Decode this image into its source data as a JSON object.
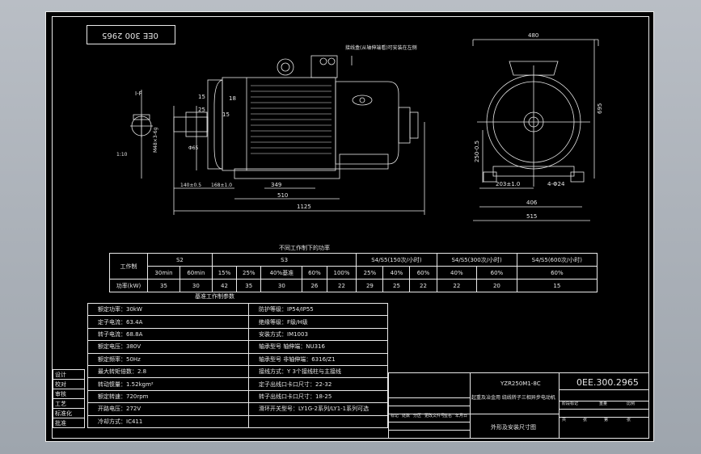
{
  "drawing_code_mirrored": "0EE 300 2965",
  "drawing_code": "0EE.300.2965",
  "model": "YZR250M1-8C",
  "model_subtitle": "起重及冶金用 绕线转子三相异步电动机",
  "drawing_title": "外形及安装尺寸图",
  "top_note": "接线盒(从轴伸端看)可安装在左侧",
  "dims": {
    "front_width": "480",
    "height": "695",
    "base_width": "406",
    "overall_base": "515",
    "shaft_height": "250-0.5",
    "half_width": "203±1.0",
    "hole": "4-Φ24",
    "total_length": "1125",
    "foot_span": "510",
    "foot_pitch": "349",
    "shaft_len1": "140±0.5",
    "shaft_len2": "168±1.0",
    "shaft_dia": "Φ65",
    "key_label": "I-F",
    "side_a": "15",
    "side_b": "25",
    "side_c": "15",
    "side_d": "18",
    "taper": "M48×3-6g",
    "taper_len": "1:10"
  },
  "duty_table": {
    "title": "不同工作制下的功率",
    "row_header": "工作制",
    "groups": [
      "S2",
      "S3",
      "S4/S5(150次/小时)",
      "S4/S5(300次/小时)",
      "S4/S5(600次/小时)"
    ],
    "subheaders": [
      "30min",
      "60min",
      "15%",
      "25%",
      "40%基准",
      "60%",
      "100%",
      "25%",
      "40%",
      "60%",
      "40%",
      "60%",
      "60%"
    ],
    "power_label": "功率(kW)",
    "power_values": [
      "35",
      "30",
      "42",
      "35",
      "30",
      "26",
      "22",
      "29",
      "25",
      "22",
      "22",
      "20",
      "15"
    ]
  },
  "params_title": "基准工作制参数",
  "params_left": [
    "额定功率：30kW",
    "定子电流：63.4A",
    "转子电流：68.8A",
    "额定电压：380V",
    "额定频率：50Hz",
    "最大转矩倍数：2.8",
    "转动惯量：1.52kgm²",
    "额定转速：720rpm",
    "开路电压：272V",
    "冷却方式：IC411"
  ],
  "params_right": [
    "防护等级：IP54/IP55",
    "绝缘等级：F级/H级",
    "安装方式：IM1003",
    "轴承型号 轴伸端：NU316",
    "轴承型号 非轴伸端：6316/Z1",
    "接线方式：Y 3个接线柱与主接线",
    "定子出线口卡口尺寸：22-32",
    "转子出线口卡口尺寸：18-25",
    "滑环开关型号：LY1G-2系列/LY1-1系列可选"
  ],
  "signature_labels": [
    "设计",
    "校对",
    "审核",
    "工艺",
    "标准化",
    "批准"
  ],
  "title_block_small": [
    "标记",
    "处数",
    "分区",
    "更改文件号",
    "签名",
    "年月日"
  ],
  "scale_labels": [
    "阶段标记",
    "重量",
    "比例"
  ],
  "sheet_labels": [
    "共",
    "张",
    "第",
    "张"
  ]
}
